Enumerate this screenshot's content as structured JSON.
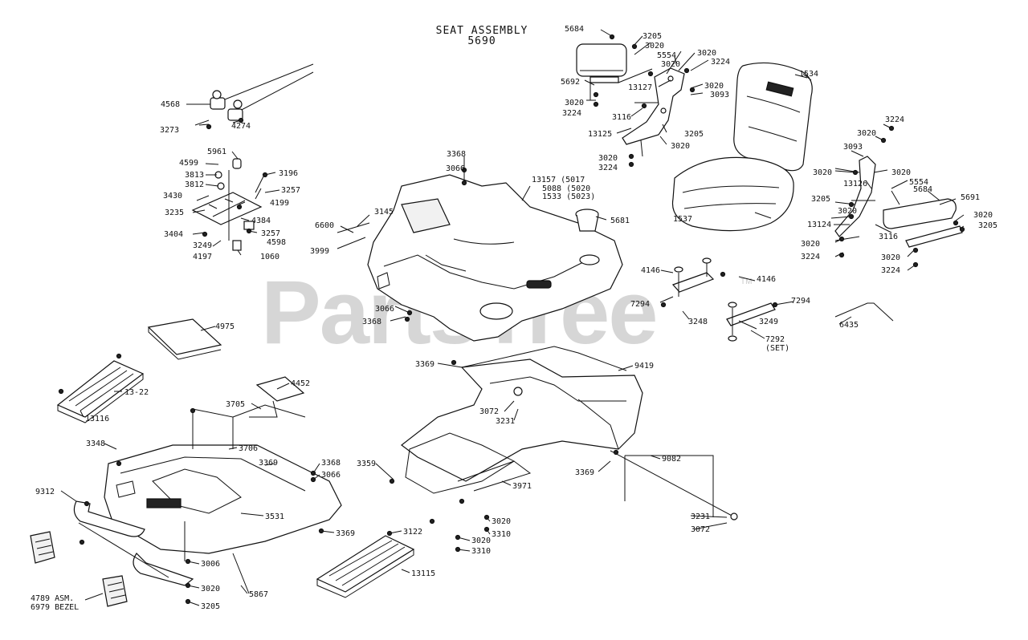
{
  "title": {
    "line1": "SEAT ASSEMBLY",
    "line2": "5690"
  },
  "watermark": {
    "text": "PartsTree",
    "tm": "TM"
  },
  "labels": [
    {
      "id": "l1",
      "text": "5684"
    },
    {
      "id": "l2",
      "text": "3205"
    },
    {
      "id": "l3",
      "text": "3020"
    },
    {
      "id": "l4",
      "text": "5554"
    },
    {
      "id": "l5",
      "text": "3020"
    },
    {
      "id": "l6",
      "text": "3020"
    },
    {
      "id": "l7",
      "text": "3224"
    },
    {
      "id": "l8",
      "text": "5692"
    },
    {
      "id": "l9",
      "text": "13127"
    },
    {
      "id": "l10",
      "text": "3020"
    },
    {
      "id": "l11",
      "text": "3093"
    },
    {
      "id": "l12",
      "text": "3020"
    },
    {
      "id": "l13",
      "text": "3224"
    },
    {
      "id": "l14",
      "text": "3116"
    },
    {
      "id": "l15",
      "text": "13125"
    },
    {
      "id": "l16",
      "text": "3205"
    },
    {
      "id": "l17",
      "text": "3020"
    },
    {
      "id": "l18",
      "text": "3020"
    },
    {
      "id": "l19",
      "text": "3224"
    },
    {
      "id": "l20",
      "text": "1534"
    },
    {
      "id": "l21",
      "text": "3224"
    },
    {
      "id": "l22",
      "text": "3020"
    },
    {
      "id": "l23",
      "text": "3093"
    },
    {
      "id": "l24",
      "text": "3020"
    },
    {
      "id": "l25",
      "text": "13126"
    },
    {
      "id": "l26",
      "text": "3020"
    },
    {
      "id": "l27",
      "text": "5554"
    },
    {
      "id": "l28",
      "text": "3205"
    },
    {
      "id": "l29",
      "text": "3020"
    },
    {
      "id": "l30",
      "text": "5684"
    },
    {
      "id": "l31",
      "text": "5691"
    },
    {
      "id": "l32",
      "text": "13124"
    },
    {
      "id": "l33",
      "text": "3116"
    },
    {
      "id": "l34",
      "text": "3020"
    },
    {
      "id": "l35",
      "text": "3205"
    },
    {
      "id": "l36",
      "text": "3020"
    },
    {
      "id": "l37",
      "text": "3224"
    },
    {
      "id": "l38",
      "text": "3020"
    },
    {
      "id": "l39",
      "text": "3224"
    },
    {
      "id": "l40",
      "text": "1537"
    },
    {
      "id": "l41",
      "text": "4568"
    },
    {
      "id": "l42",
      "text": "3273"
    },
    {
      "id": "l43",
      "text": "4274"
    },
    {
      "id": "l44",
      "text": "5961"
    },
    {
      "id": "l45",
      "text": "4599"
    },
    {
      "id": "l46",
      "text": "3196"
    },
    {
      "id": "l47",
      "text": "3813"
    },
    {
      "id": "l48",
      "text": "3812"
    },
    {
      "id": "l49",
      "text": "3257"
    },
    {
      "id": "l50",
      "text": "3430"
    },
    {
      "id": "l51",
      "text": "4199"
    },
    {
      "id": "l52",
      "text": "3235"
    },
    {
      "id": "l53",
      "text": "4384"
    },
    {
      "id": "l54",
      "text": "3404"
    },
    {
      "id": "l55",
      "text": "3257"
    },
    {
      "id": "l56",
      "text": "3249"
    },
    {
      "id": "l57",
      "text": "4598"
    },
    {
      "id": "l58",
      "text": "4197"
    },
    {
      "id": "l59",
      "text": "1060"
    },
    {
      "id": "l60",
      "text": "3368"
    },
    {
      "id": "l61",
      "text": "3066"
    },
    {
      "id": "l62",
      "text": "13157 (5017"
    },
    {
      "id": "l63",
      "text": "5088 (5020"
    },
    {
      "id": "l64",
      "text": "1533 (5023)"
    },
    {
      "id": "l65",
      "text": "5681"
    },
    {
      "id": "l66",
      "text": "6600"
    },
    {
      "id": "l67",
      "text": "3145"
    },
    {
      "id": "l68",
      "text": "3999"
    },
    {
      "id": "l69",
      "text": "4146"
    },
    {
      "id": "l70",
      "text": "4146"
    },
    {
      "id": "l71",
      "text": "7294"
    },
    {
      "id": "l72",
      "text": "7294"
    },
    {
      "id": "l73",
      "text": "3248"
    },
    {
      "id": "l74",
      "text": "3249"
    },
    {
      "id": "l75",
      "text": "7292"
    },
    {
      "id": "l76",
      "text": "(SET)"
    },
    {
      "id": "l77",
      "text": "6435"
    },
    {
      "id": "l78",
      "text": "3066"
    },
    {
      "id": "l79",
      "text": "3368"
    },
    {
      "id": "l80",
      "text": "4975"
    },
    {
      "id": "l81",
      "text": "3369"
    },
    {
      "id": "l82",
      "text": "9419"
    },
    {
      "id": "l83",
      "text": "13-22"
    },
    {
      "id": "l84",
      "text": "4452"
    },
    {
      "id": "l85",
      "text": "13116"
    },
    {
      "id": "l86",
      "text": "3705"
    },
    {
      "id": "l87",
      "text": "3072"
    },
    {
      "id": "l88",
      "text": "3231"
    },
    {
      "id": "l89",
      "text": "3348"
    },
    {
      "id": "l90",
      "text": "3706"
    },
    {
      "id": "l91",
      "text": "3369"
    },
    {
      "id": "l92",
      "text": "3368"
    },
    {
      "id": "l93",
      "text": "3066"
    },
    {
      "id": "l94",
      "text": "3359"
    },
    {
      "id": "l95",
      "text": "3369"
    },
    {
      "id": "l96",
      "text": "9082"
    },
    {
      "id": "l97",
      "text": "9312"
    },
    {
      "id": "l98",
      "text": "3971"
    },
    {
      "id": "l99",
      "text": "3531"
    },
    {
      "id": "l100",
      "text": "3231"
    },
    {
      "id": "l101",
      "text": "3020"
    },
    {
      "id": "l102",
      "text": "3072"
    },
    {
      "id": "l103",
      "text": "3310"
    },
    {
      "id": "l104",
      "text": "3369"
    },
    {
      "id": "l105",
      "text": "3122"
    },
    {
      "id": "l106",
      "text": "3020"
    },
    {
      "id": "l107",
      "text": "3310"
    },
    {
      "id": "l108",
      "text": "3006"
    },
    {
      "id": "l109",
      "text": "13115"
    },
    {
      "id": "l110",
      "text": "3020"
    },
    {
      "id": "l111",
      "text": "5867"
    },
    {
      "id": "l112",
      "text": "4789 ASM."
    },
    {
      "id": "l113",
      "text": "6979 BEZEL"
    },
    {
      "id": "l114",
      "text": "3205"
    }
  ]
}
